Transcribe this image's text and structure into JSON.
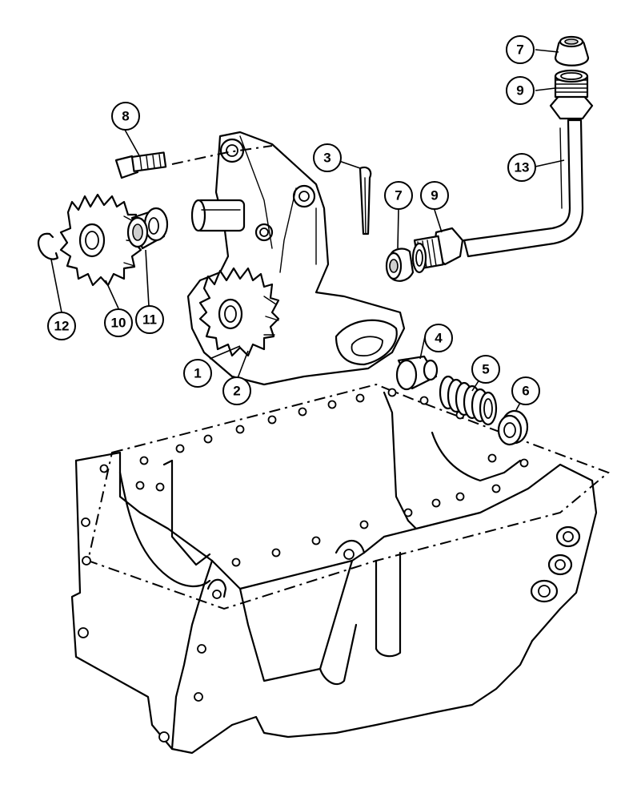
{
  "callouts": {
    "c1": "1",
    "c2": "2",
    "c3": "3",
    "c4": "4",
    "c5": "5",
    "c6": "6",
    "c7a": "7",
    "c7b": "7",
    "c8": "8",
    "c9a": "9",
    "c9b": "9",
    "c10": "10",
    "c11": "11",
    "c12": "12",
    "c13": "13"
  }
}
